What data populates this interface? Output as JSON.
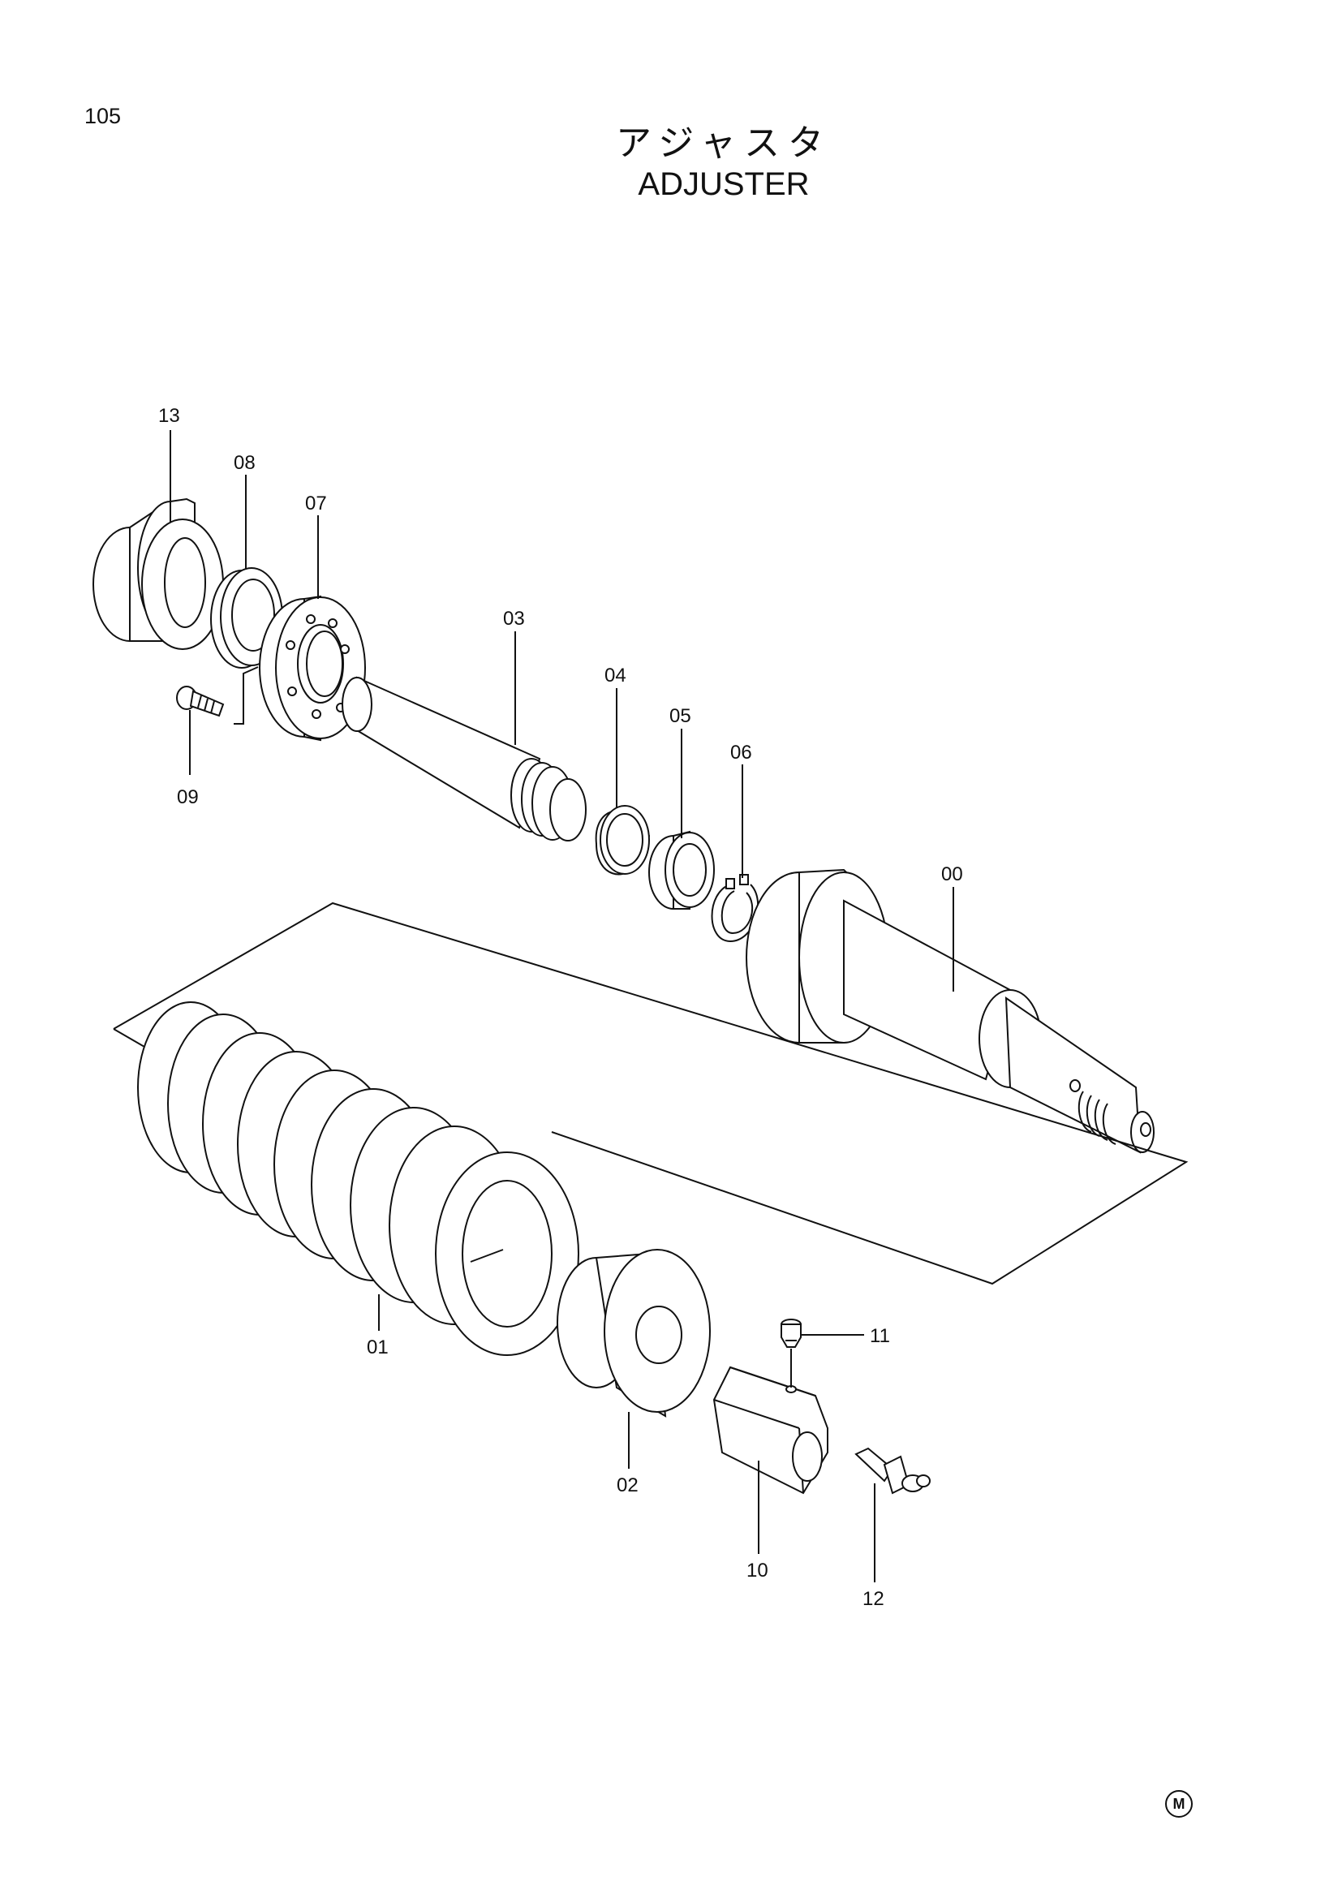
{
  "page": {
    "number": "105",
    "title_jp": "アジャスタ",
    "title_en": "ADJUSTER",
    "mark": "M"
  },
  "callouts": [
    "13",
    "08",
    "07",
    "09",
    "03",
    "04",
    "05",
    "06",
    "00",
    "01",
    "02",
    "11",
    "10",
    "12"
  ]
}
